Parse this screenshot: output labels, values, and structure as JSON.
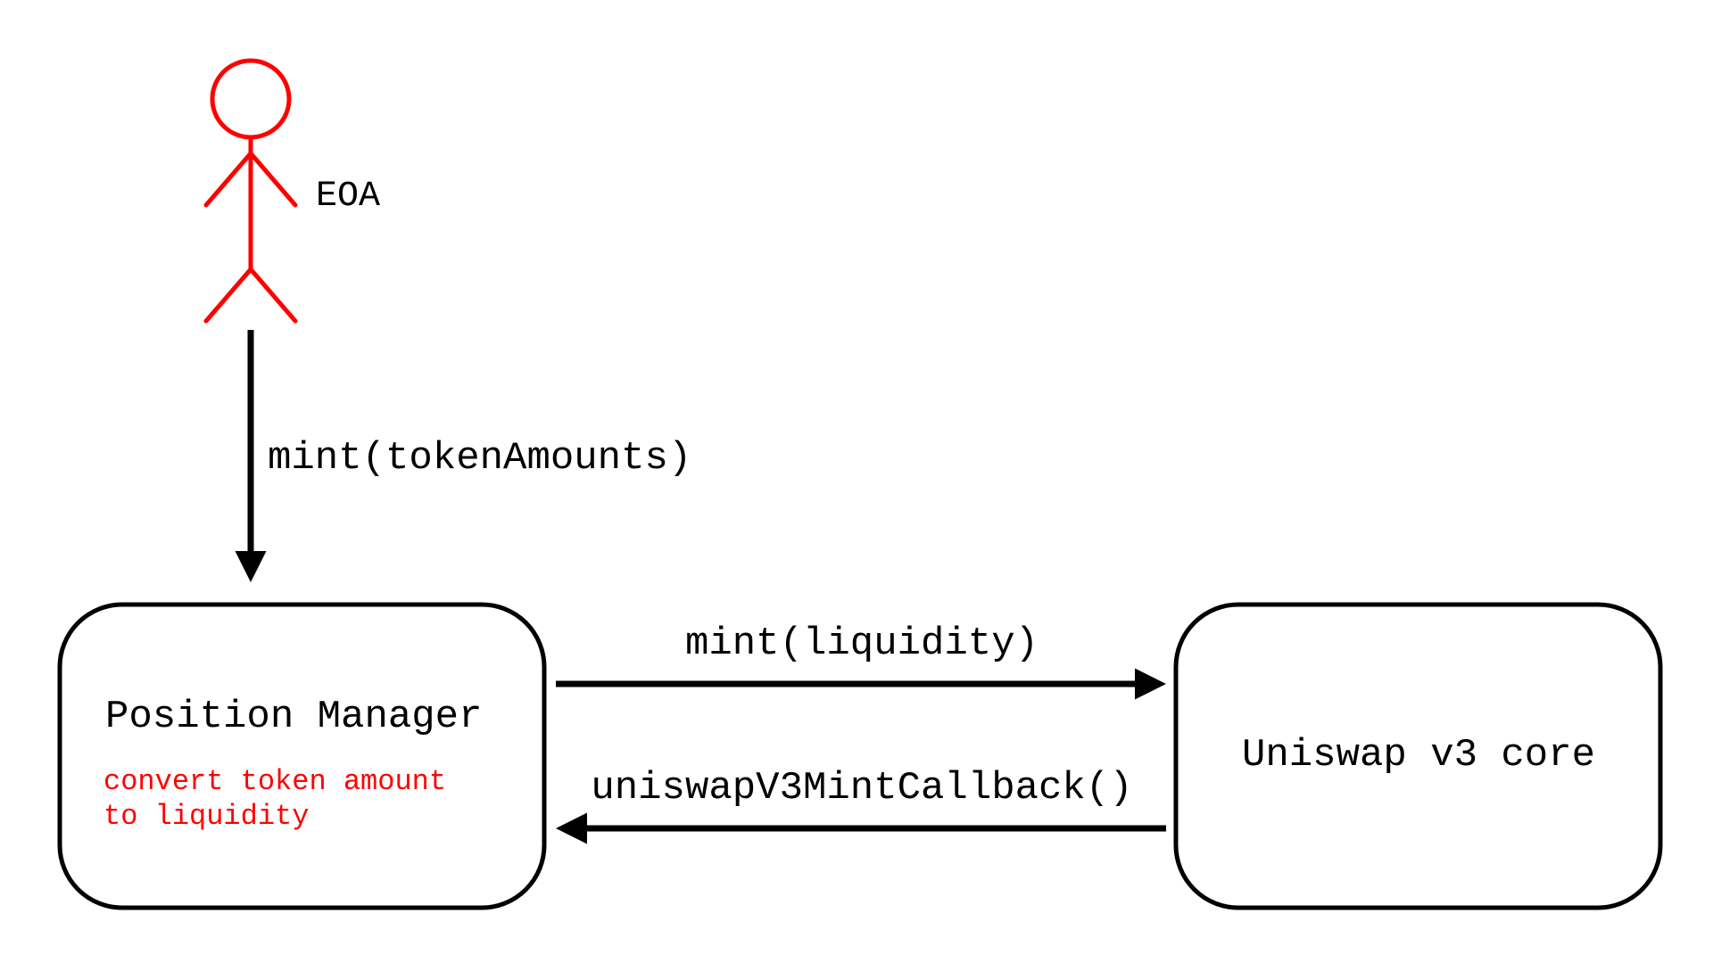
{
  "actor": {
    "label": "EOA",
    "color": "#ff0000"
  },
  "arrows": {
    "eoa_to_pm": "mint(tokenAmounts)",
    "pm_to_core": "mint(liquidity)",
    "core_to_pm": "uniswapV3MintCallback()"
  },
  "nodes": {
    "position_manager": {
      "title": "Position Manager",
      "note_line1": "convert token amount",
      "note_line2": "to liquidity",
      "note_color": "#ff0000"
    },
    "core": {
      "title": "Uniswap v3 core"
    }
  },
  "colors": {
    "stroke": "#000000",
    "accent": "#ff0000",
    "background": "#ffffff"
  }
}
